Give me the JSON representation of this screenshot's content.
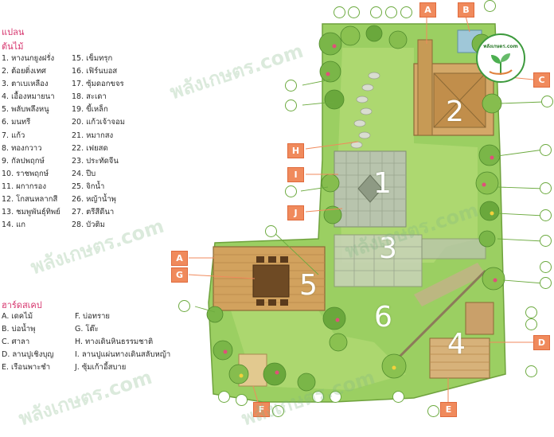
{
  "legend": {
    "title": "แปลน",
    "plants_heading": "ต้นไม้",
    "plants_left": [
      "1. หางนกยูงฝรั่ง",
      "2. ต้อยติ่งเทศ",
      "3. ตาเบเหลือง",
      "4. เอื้องหมายนา",
      "5. พลับพลึงหนู",
      "6. มนทรี",
      "7. แก้ว",
      "8. ทองกวาว",
      "9. กัลปพฤกษ์",
      "10. ราชพฤกษ์",
      "11. ผกากรอง",
      "12. โกสนหลากสี",
      "13. ชมพูพันธุ์ทิพย์",
      "14. แก"
    ],
    "plants_right": [
      "15. เข็มทรุก",
      "16. เฟิร์นบอส",
      "17. ซุ้มดอกขจร",
      "18. สะเดา",
      "19. ขี้เหล็ก",
      "20. แก้วเจ้าจอม",
      "21. หมากสง",
      "22. เฟยสด",
      "23. ประทัดจีน",
      "24. ปีบ",
      "25. จิกน้ำ",
      "26. หญ้าน้ำพุ",
      "27. ตรีสีดีนา",
      "28. บัวติม"
    ],
    "hardscape_heading": "ฮาร์ดสเคป",
    "hardscape_left": [
      "A. เดคไม้",
      "B. บ่อน้ำพุ",
      "C. ศาลา",
      "D. ลานปูเชิงบุญ",
      "E. เรือนพาะชำ"
    ],
    "hardscape_right": [
      "F. บ่อทราย",
      "G. โต๊ะ",
      "H. ทางเดินหินธรรมชาติ",
      "I. ลานปูแผ่นทางเดินสลับหญ้า",
      "J. ซุ้มเก้าอี้สบาย"
    ]
  },
  "watermark": "พลังเกษตร.com",
  "logo_text": "พลังเกษตร.com",
  "tags": [
    "A",
    "B",
    "C",
    "H",
    "I",
    "J",
    "A",
    "G",
    "D",
    "F",
    "E"
  ],
  "zones": [
    "1",
    "2",
    "3",
    "4",
    "5",
    "6"
  ],
  "colors": {
    "lawn": "#9bcf62",
    "lawn_light": "#bde27e",
    "deck": "#c79a55",
    "paving": "#b8c4ad",
    "tag": "#f08a5c",
    "accent": "#d6336c"
  }
}
